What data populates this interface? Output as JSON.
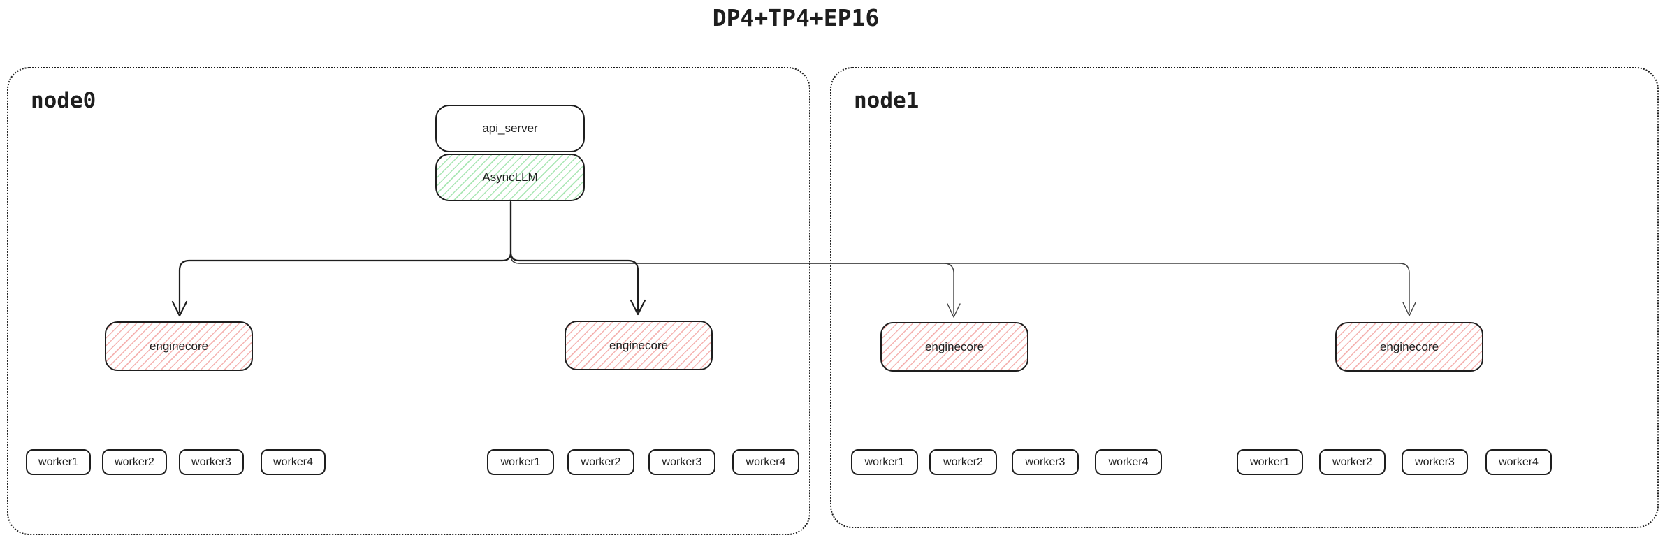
{
  "title": "DP4+TP4+EP16",
  "colors": {
    "ink": "#1e1e1e",
    "green_hatch": "#abe7b5",
    "red_hatch": "#f5b4b2",
    "thin_line": "#404040",
    "background": "#ffffff"
  },
  "node0": {
    "label": "node0"
  },
  "node1": {
    "label": "node1"
  },
  "api_server": {
    "label": "api_server"
  },
  "async_llm": {
    "label": "AsyncLLM"
  },
  "enginecores": [
    {
      "label": "enginecore"
    },
    {
      "label": "enginecore"
    },
    {
      "label": "enginecore"
    },
    {
      "label": "enginecore"
    }
  ],
  "worker_groups": [
    {
      "workers": [
        "worker1",
        "worker2",
        "worker3",
        "worker4"
      ]
    },
    {
      "workers": [
        "worker1",
        "worker2",
        "worker3",
        "worker4"
      ]
    },
    {
      "workers": [
        "worker1",
        "worker2",
        "worker3",
        "worker4"
      ]
    },
    {
      "workers": [
        "worker1",
        "worker2",
        "worker3",
        "worker4"
      ]
    }
  ]
}
